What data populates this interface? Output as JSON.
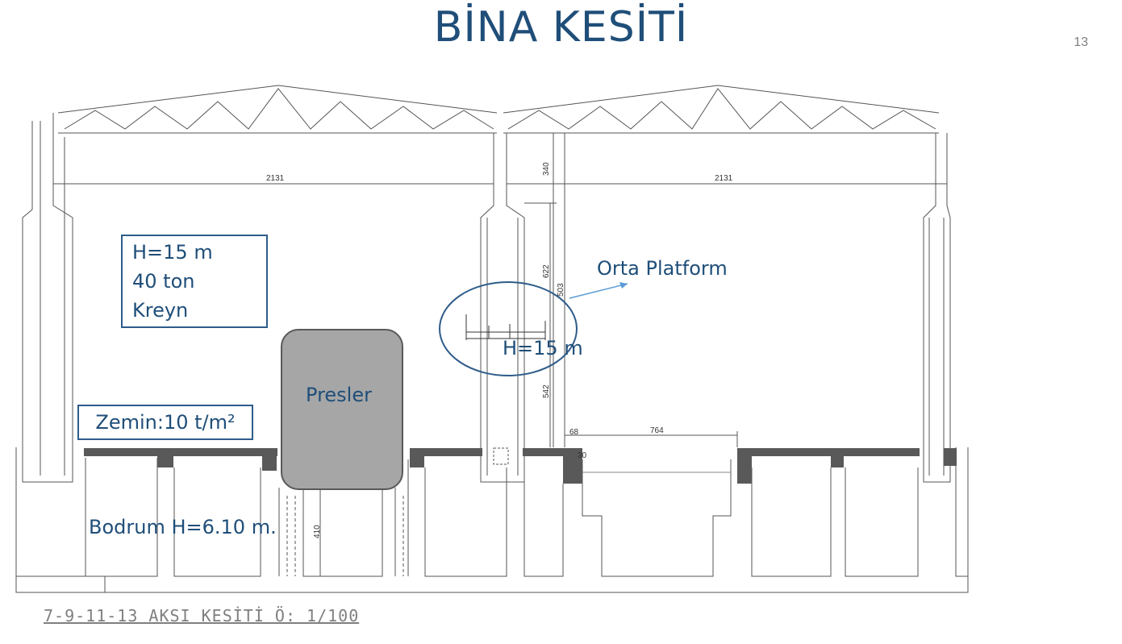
{
  "title": "BİNA KESİTİ",
  "page_number": "13",
  "crane_info": {
    "height": "H=15 m",
    "crane": "40 ton Kreyn"
  },
  "platform": {
    "label": "Orta Platform",
    "height": "H=15 m"
  },
  "press": {
    "label": "Presler"
  },
  "floor": {
    "label": "Zemin:10 t/m²"
  },
  "basement": {
    "label": "Bodrum H=6.10 m."
  },
  "dimensions": {
    "span_left": "2131",
    "span_right": "2131",
    "d340": "340",
    "d622": "622",
    "d503": "503",
    "d542": "542",
    "d68": "68",
    "d764": "764",
    "d30": "30",
    "d410": "410"
  },
  "caption": "7-9-11-13   AKSI KESİTİ   Ö: 1/100",
  "colors": {
    "accent": "#1f4e79",
    "press_fill": "#a6a6a6",
    "slab": "#595959"
  }
}
